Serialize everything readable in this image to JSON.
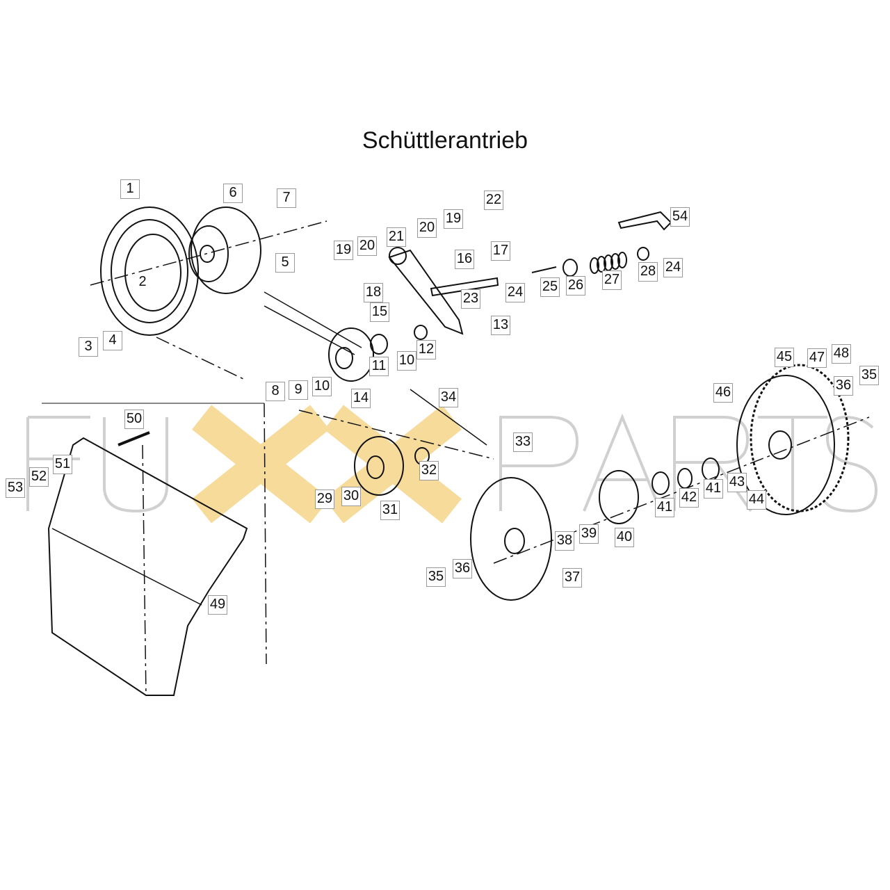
{
  "title": "Schüttlerantrieb",
  "watermark": {
    "left": "FU",
    "middle": "XX",
    "right": "PARTS"
  },
  "labels": [
    "1",
    "2",
    "3",
    "4",
    "5",
    "6",
    "7",
    "8",
    "9",
    "10",
    "10",
    "11",
    "12",
    "13",
    "14",
    "15",
    "16",
    "17",
    "18",
    "19",
    "19",
    "20",
    "20",
    "21",
    "22",
    "23",
    "24",
    "24",
    "25",
    "26",
    "27",
    "28",
    "29",
    "30",
    "31",
    "32",
    "33",
    "34",
    "35",
    "35",
    "36",
    "36",
    "37",
    "38",
    "39",
    "40",
    "41",
    "41",
    "42",
    "43",
    "44",
    "45",
    "46",
    "47",
    "48",
    "49",
    "50",
    "51",
    "52",
    "53",
    "54"
  ],
  "colors": {
    "line": "#111111",
    "label_border": "#999999",
    "watermark_gray": "#d0d0d0",
    "watermark_yellow": "#f5d58a"
  }
}
